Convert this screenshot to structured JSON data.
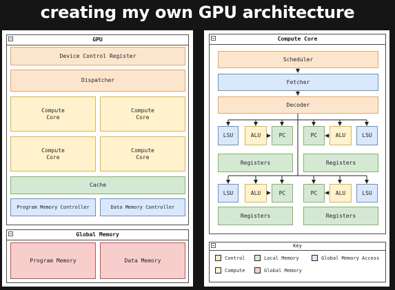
{
  "title": "creating my own GPU architecture",
  "gpu": {
    "title": "GPU",
    "device_control_register": "Device Control Register",
    "dispatcher": "Dispatcher",
    "compute_cores": [
      "Compute\nCore",
      "Compute\nCore",
      "Compute\nCore",
      "Compute\nCore"
    ],
    "cache": "Cache",
    "program_memory_controller": "Program Memory Controller",
    "data_memory_controller": "Data Memory Controller"
  },
  "global_memory": {
    "title": "Global Memory",
    "program_memory": "Program Memory",
    "data_memory": "Data Memory"
  },
  "compute_core": {
    "title": "Compute Core",
    "scheduler": "Scheduler",
    "fetcher": "Fetcher",
    "decoder": "Decoder",
    "units": {
      "lsu": "LSU",
      "alu": "ALU",
      "pc": "PC"
    },
    "registers": "Registers"
  },
  "key": {
    "title": "Key",
    "control": "Control",
    "compute": "Compute",
    "local_memory": "Local Memory",
    "global_memory": "Global Memory",
    "global_memory_access": "Global Memory Access"
  },
  "colors": {
    "control": "#fce5cd",
    "compute": "#fff2cc",
    "local_memory": "#d5e8d4",
    "global_memory": "#f8cecc",
    "global_memory_access": "#dae8fc"
  }
}
